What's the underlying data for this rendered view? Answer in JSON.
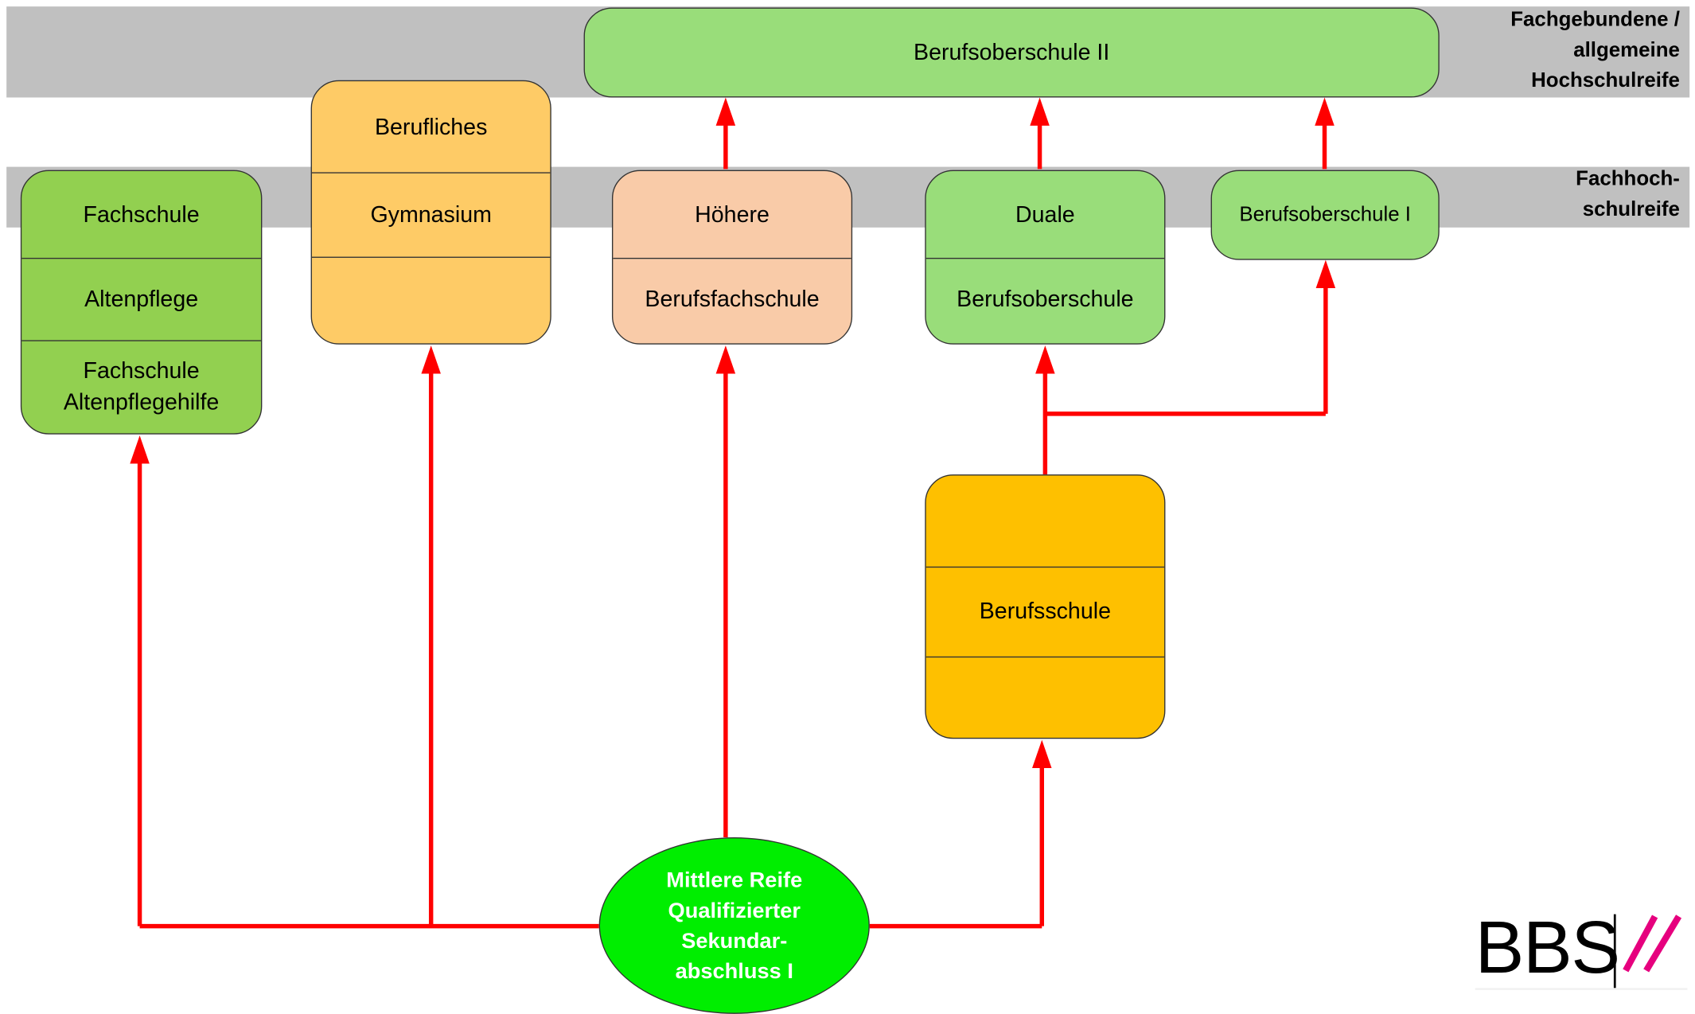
{
  "bands": {
    "top_label": "Fachgebundene / allgemeine Hochschulreife",
    "top_label_lines": [
      "Fachgebundene /",
      "allgemeine",
      "Hochschulreife"
    ],
    "mid_label_lines": [
      "Fachhoch-",
      "schulreife"
    ]
  },
  "boxes": {
    "bos2": "Berufsoberschule II",
    "fachschule": {
      "line1": "Fachschule",
      "line2": "Altenpflege",
      "line3a": "Fachschule",
      "line3b": "Altenpflegehilfe"
    },
    "gymnasium": {
      "line1": "Berufliches",
      "line2": "Gymnasium"
    },
    "hbfs": {
      "line1": "Höhere",
      "line2": "Berufsfachschule"
    },
    "dbos": {
      "line1": "Duale",
      "line2": "Berufsoberschule"
    },
    "bos1": "Berufsoberschule I",
    "berufsschule": "Berufsschule"
  },
  "start": {
    "lines": [
      "Mittlere Reife",
      "Qualifizierter",
      "Sekundar-",
      "abschluss I"
    ]
  },
  "logo": {
    "text": "BBS"
  },
  "colors": {
    "arrow": "#ff0000",
    "band": "#c0c0c0",
    "green": "#92d050",
    "lightgreen": "#99dd7a",
    "orange": "#fecb66",
    "peach": "#f9cba8",
    "gold": "#fec000",
    "ellipse": "#00ee00",
    "logo_accent": "#e6007e"
  }
}
